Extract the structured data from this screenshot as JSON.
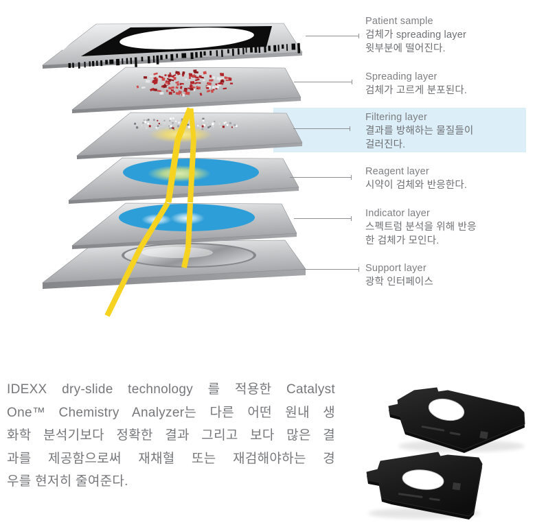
{
  "layers": [
    {
      "title": "Patient sample",
      "lines": [
        "검체가 spreading layer",
        "윗부분에 떨어진다."
      ],
      "highlight": false
    },
    {
      "title": "Spreading layer",
      "lines": [
        "검체가 고르게 분포된다."
      ],
      "highlight": false
    },
    {
      "title": "Filtering layer",
      "lines": [
        "결과를 방해하는 물질들이",
        "걸러진다."
      ],
      "highlight": true
    },
    {
      "title": "Reagent layer",
      "lines": [
        "시약이 검체와 반응한다."
      ],
      "highlight": false
    },
    {
      "title": "Indicator layer",
      "lines": [
        "스펙트럼 분석을 위해 반응",
        "한 검체가 모인다."
      ],
      "highlight": false
    },
    {
      "title": "Support layer",
      "lines": [
        "광학 인터페이스"
      ],
      "highlight": false
    }
  ],
  "paragraph": {
    "lines": [
      "IDEXX dry-slide technology 를 적용한 Catalyst",
      "One™ Chemistry Analyzer는 다른 어떤 원내 생",
      "화학 분석기보다 정확한 결과 그리고 보다 많은 결",
      "과를 제공함으로써 재채혈 또는 재검해야하는 경",
      "우를 현저히 줄여준다."
    ]
  },
  "colors": {
    "highlight_band": "#dceef8",
    "label_title": "#7c7e81",
    "label_desc": "#6d6f72",
    "connector_line": "#8d8f92",
    "beam_yellow": "#f7d321",
    "reagent_blue": "#2e9ed8",
    "sample_red": "#b2252a",
    "paragraph_text": "#76777a"
  }
}
